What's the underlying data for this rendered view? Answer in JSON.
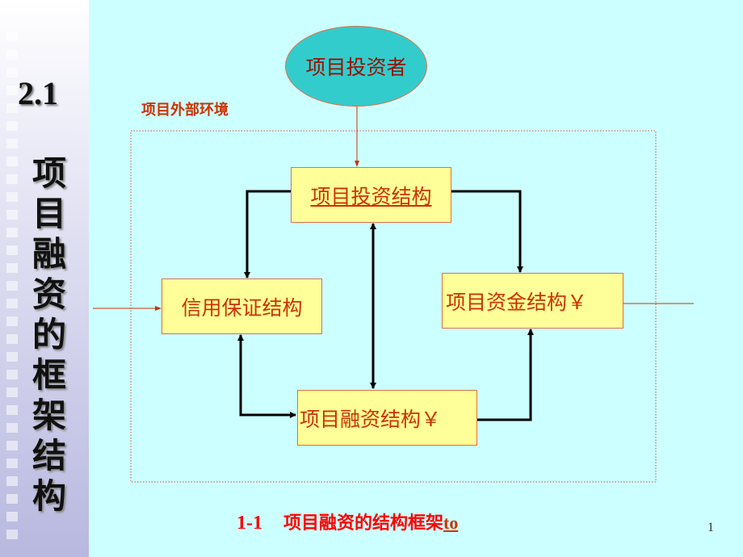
{
  "sidebar": {
    "section": "2.1",
    "title": "项目融资的框架结构"
  },
  "diagram": {
    "investor": "项目投资者",
    "environment_label": "项目外部环境",
    "investment_structure": "项目投资结构",
    "credit_structure": "信用保证结构",
    "funds_structure": "项目资金结构￥",
    "financing_structure": "项目融资结构￥"
  },
  "caption": {
    "number": "1-1",
    "text": "项目融资的结构框架",
    "link": "to"
  },
  "page_number": "1",
  "colors": {
    "background": "#ccffff",
    "box_fill": "#ffff99",
    "text": "#cc3300",
    "ellipse": "#33cccc"
  }
}
